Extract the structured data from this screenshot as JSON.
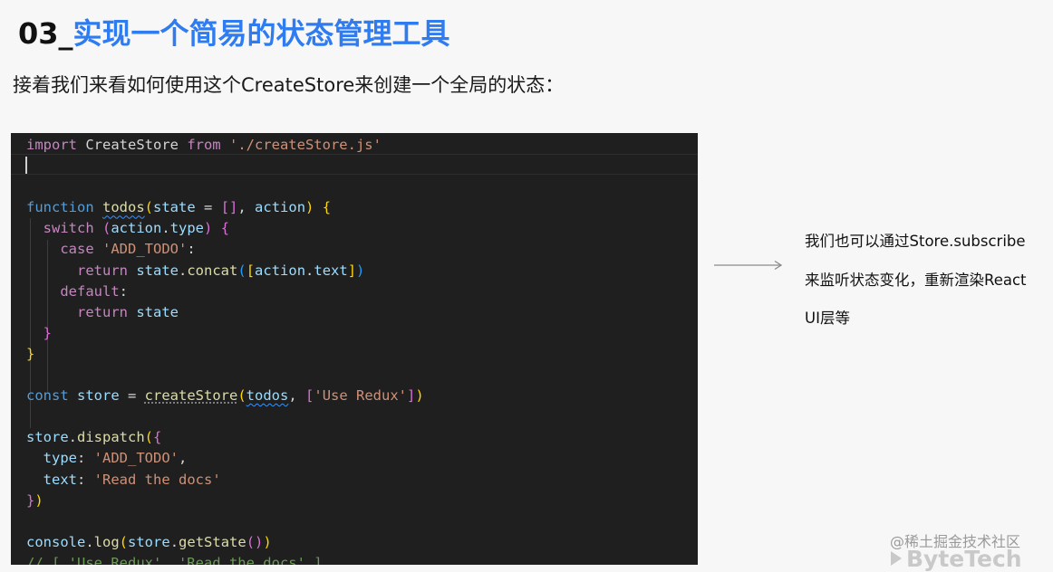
{
  "slide": {
    "title_number": "03_",
    "title_text": "实现一个简易的状态管理工具",
    "subtitle": "接着我们来看如何使用这个CreateStore来创建一个全局的状态："
  },
  "code": {
    "lines": [
      [
        [
          "kw2",
          "import "
        ],
        [
          "plain",
          "CreateStore "
        ],
        [
          "kw2",
          "from "
        ],
        [
          "str",
          "'./createStore.js'"
        ]
      ],
      [],
      [],
      [
        [
          "kw",
          "function "
        ],
        [
          "fn squig",
          "todos"
        ],
        [
          "br1",
          "("
        ],
        [
          "var",
          "state"
        ],
        [
          "plain",
          " = "
        ],
        [
          "br2",
          "[]"
        ],
        [
          "plain",
          ", "
        ],
        [
          "var",
          "action"
        ],
        [
          "br1",
          ")"
        ],
        [
          "plain",
          " "
        ],
        [
          "br1",
          "{"
        ]
      ],
      [
        [
          "plain",
          "  "
        ],
        [
          "kw2",
          "switch "
        ],
        [
          "br2",
          "("
        ],
        [
          "var",
          "action"
        ],
        [
          "plain",
          "."
        ],
        [
          "var",
          "type"
        ],
        [
          "br2",
          ")"
        ],
        [
          "plain",
          " "
        ],
        [
          "br2",
          "{"
        ]
      ],
      [
        [
          "plain",
          "    "
        ],
        [
          "kw2",
          "case "
        ],
        [
          "str",
          "'ADD_TODO'"
        ],
        [
          "plain",
          ":"
        ]
      ],
      [
        [
          "plain",
          "      "
        ],
        [
          "kw2",
          "return "
        ],
        [
          "var",
          "state"
        ],
        [
          "plain",
          "."
        ],
        [
          "fn",
          "concat"
        ],
        [
          "br3",
          "("
        ],
        [
          "br1",
          "["
        ],
        [
          "var",
          "action"
        ],
        [
          "plain",
          "."
        ],
        [
          "var",
          "text"
        ],
        [
          "br1",
          "]"
        ],
        [
          "br3",
          ")"
        ]
      ],
      [
        [
          "plain",
          "    "
        ],
        [
          "kw2",
          "default"
        ],
        [
          "plain",
          ":"
        ]
      ],
      [
        [
          "plain",
          "      "
        ],
        [
          "kw2",
          "return "
        ],
        [
          "var",
          "state"
        ]
      ],
      [
        [
          "plain",
          "  "
        ],
        [
          "br2",
          "}"
        ]
      ],
      [
        [
          "br1",
          "}"
        ]
      ],
      [],
      [
        [
          "kw",
          "const "
        ],
        [
          "var",
          "store"
        ],
        [
          "plain",
          " = "
        ],
        [
          "fn dot-under",
          "createStore"
        ],
        [
          "br1",
          "("
        ],
        [
          "var squig",
          "todos"
        ],
        [
          "plain",
          ", "
        ],
        [
          "br2",
          "["
        ],
        [
          "str",
          "'Use Redux'"
        ],
        [
          "br2",
          "]"
        ],
        [
          "br1",
          ")"
        ]
      ],
      [],
      [
        [
          "var",
          "store"
        ],
        [
          "plain",
          "."
        ],
        [
          "fn",
          "dispatch"
        ],
        [
          "br1",
          "("
        ],
        [
          "br2",
          "{"
        ]
      ],
      [
        [
          "plain",
          "  "
        ],
        [
          "var",
          "type"
        ],
        [
          "plain",
          ": "
        ],
        [
          "str",
          "'ADD_TODO'"
        ],
        [
          "plain",
          ","
        ]
      ],
      [
        [
          "plain",
          "  "
        ],
        [
          "var",
          "text"
        ],
        [
          "plain",
          ": "
        ],
        [
          "str",
          "'Read the docs'"
        ]
      ],
      [
        [
          "br2",
          "}"
        ],
        [
          "br1",
          ")"
        ]
      ],
      [],
      [
        [
          "var",
          "console"
        ],
        [
          "plain",
          "."
        ],
        [
          "fn",
          "log"
        ],
        [
          "br1",
          "("
        ],
        [
          "var",
          "store"
        ],
        [
          "plain",
          "."
        ],
        [
          "fn",
          "getState"
        ],
        [
          "br2",
          "()"
        ],
        [
          "br1",
          ")"
        ]
      ],
      [
        [
          "cm",
          "// [ 'Use Redux', 'Read the docs' ]"
        ]
      ]
    ]
  },
  "note": {
    "line1": "我们也可以通过Store.subscribe",
    "line2": "来监听状态变化，重新渲染React",
    "line3": "UI层等"
  },
  "watermark": {
    "site": "@稀土掘金技术社区",
    "brand": "ByteTech"
  },
  "icons": {
    "arrow": "right-arrow-icon",
    "cursor": "mouse-pointer-icon",
    "brand_logo": "bytetech-logo-icon"
  }
}
